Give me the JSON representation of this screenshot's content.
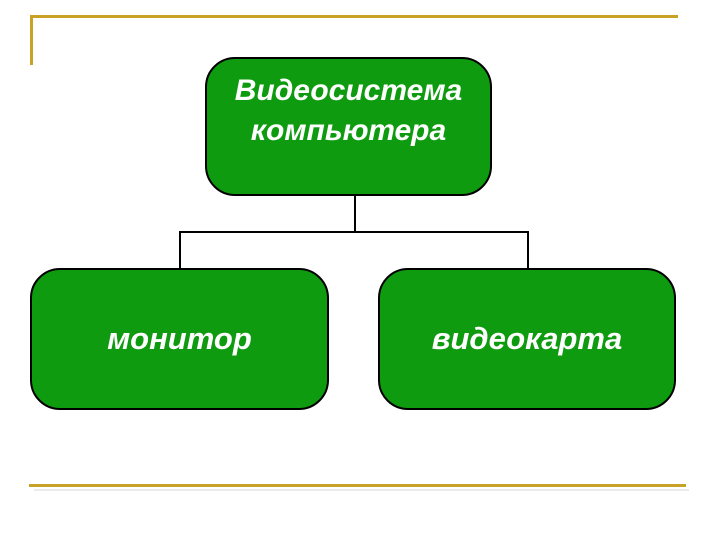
{
  "slide": {
    "background_color": "#ffffff",
    "accent_gold_color": "#c7a227",
    "node_fill_color": "#0f9b0f",
    "node_border_color": "#000000",
    "node_text_color": "#ffffff"
  },
  "diagram": {
    "type": "hierarchy",
    "root": {
      "line1": "Видеосистема",
      "line2": "компьютера"
    },
    "children": [
      {
        "label": "монитор"
      },
      {
        "label": "видеокарта"
      }
    ]
  }
}
